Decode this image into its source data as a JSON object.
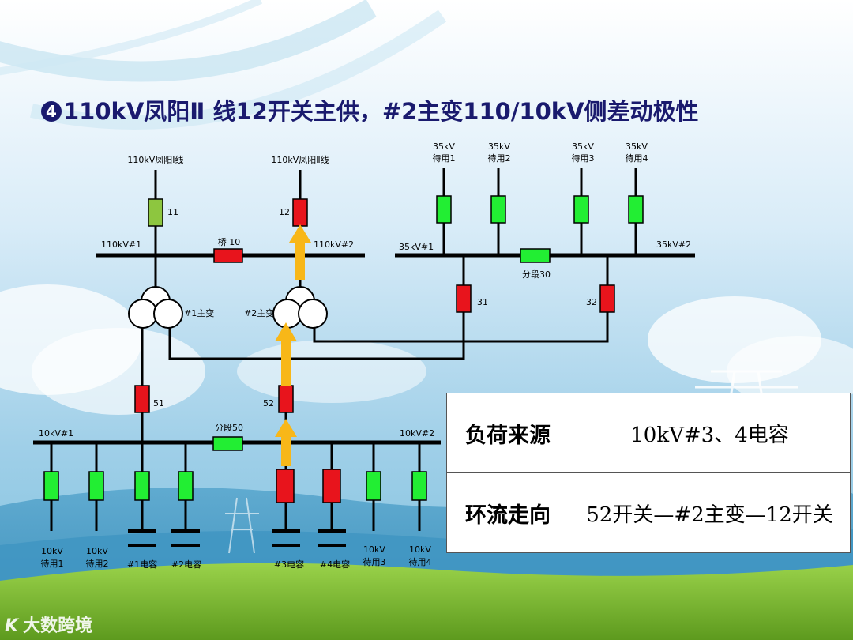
{
  "title": {
    "number_glyph": "4",
    "text": "110kV凤阳Ⅱ 线12开关主供，#2主变110/10kV侧差动极性"
  },
  "labels": {
    "line1": "110kV凤阳Ⅰ线",
    "line2": "110kV凤阳Ⅱ线",
    "sw11": "11",
    "sw12": "12",
    "bus110_1": "110kV#1",
    "bus110_2": "110kV#2",
    "bridge": "桥 10",
    "tr1": "#1主变",
    "tr2": "#2主变",
    "sw51": "51",
    "sw52": "52",
    "bus10_1": "10kV#1",
    "bus10_2": "10kV#2",
    "seg50": "分段50",
    "bus35_1": "35kV#1",
    "bus35_2": "35kV#2",
    "seg30": "分段30",
    "sw31": "31",
    "sw32": "32",
    "f35_1a": "35kV",
    "f35_1b": "待用1",
    "f35_2a": "35kV",
    "f35_2b": "待用2",
    "f35_3a": "35kV",
    "f35_3b": "待用3",
    "f35_4a": "35kV",
    "f35_4b": "待用4",
    "f10_1a": "10kV",
    "f10_1b": "待用1",
    "f10_2a": "10kV",
    "f10_2b": "待用2",
    "cap1": "#1电容",
    "cap2": "#2电容",
    "cap3": "#3电容",
    "cap4": "#4电容",
    "f10_3a": "10kV",
    "f10_3b": "待用3",
    "f10_4a": "10kV",
    "f10_4b": "待用4"
  },
  "table": {
    "row1_header": "负荷来源",
    "row1_value": "10kV#3、4电容",
    "row2_header": "环流走向",
    "row2_value": "52开关—#2主变—12开关"
  },
  "logo": {
    "mark": "K",
    "text": "大数跨境"
  },
  "colors": {
    "closed_red": "#e8141c",
    "open_green": "#22ee33",
    "standby_lightgreen": "#8dc63f",
    "arrow_orange": "#f8b718",
    "title_color": "#1a1a6e"
  }
}
